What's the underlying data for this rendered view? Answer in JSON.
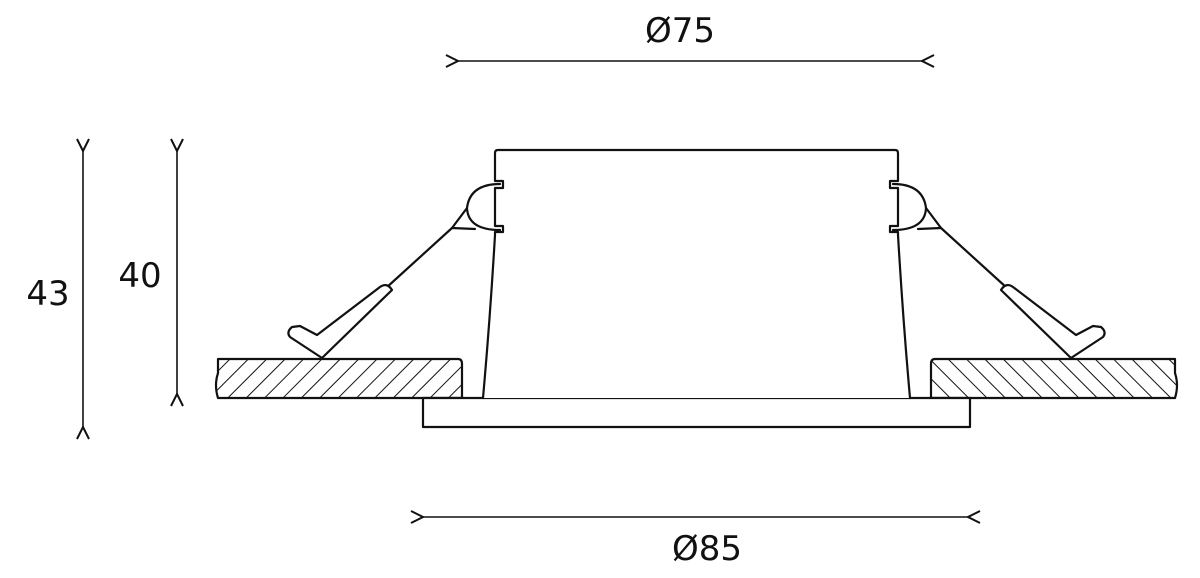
{
  "dimensions": {
    "inner_diameter": "Ø75",
    "outer_diameter": "Ø85",
    "total_height": "43",
    "body_height": "40"
  },
  "colors": {
    "line": "#111111",
    "background": "#ffffff"
  }
}
